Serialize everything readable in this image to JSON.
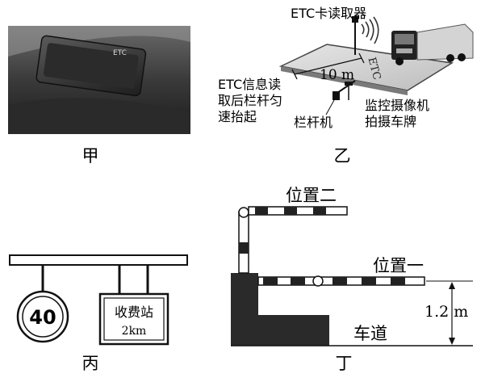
{
  "panels": {
    "jia": {
      "caption": "甲",
      "device_text": "ETC"
    },
    "yi": {
      "caption": "乙",
      "reader_label": "ETC卡读取器",
      "distance_label": "10 m",
      "road_text": "ETC",
      "barrier_note": [
        "ETC信息读",
        "取后栏杆匀",
        "速抬起"
      ],
      "camera_label": [
        "监控摄像机",
        "拍摄车牌"
      ],
      "barrier_machine_label": "栏杆机"
    },
    "bing": {
      "caption": "丙",
      "speed_limit": "40",
      "sign_lines": [
        "收费站",
        "2km"
      ]
    },
    "ding": {
      "caption": "丁",
      "position_two": "位置二",
      "position_one": "位置一",
      "height_label": "1.2 m",
      "lane_label": "车道"
    }
  }
}
